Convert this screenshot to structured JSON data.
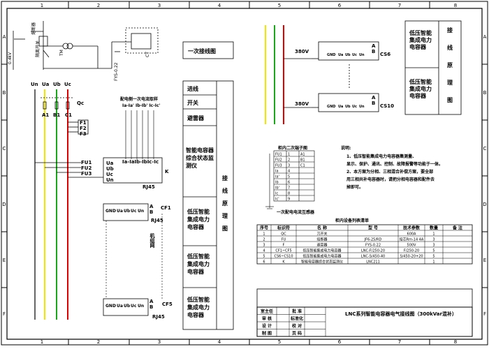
{
  "frame": {
    "col_numbers": [
      "1",
      "2",
      "3",
      "4",
      "5",
      "6",
      "7",
      "8"
    ],
    "row_letters": [
      "A",
      "B",
      "C",
      "D",
      "E",
      "F"
    ]
  },
  "top_left": {
    "voltage": "0.4kV",
    "disconnector": "隔离开关",
    "fuse": "熔断器",
    "tm": "TM",
    "ct": "CT",
    "fys": "FYS-0.22"
  },
  "busbars": {
    "labels": [
      "Ua",
      "Ub",
      "Uc"
    ],
    "qc": "Qc",
    "fuse_labels": [
      "A1",
      "B1",
      "C1"
    ],
    "sub_fuses": [
      "F1",
      "F2",
      "F3"
    ],
    "fu_labels": [
      "FU1",
      "FU2",
      "FU3"
    ]
  },
  "ct_note": {
    "title": "配电侧一次电流取样",
    "signals": "Ia-Ia' Ib-Ib' Ic-Ic'"
  },
  "monitor": {
    "inputs": [
      "Ua",
      "Ub",
      "Uc",
      "Un"
    ],
    "ct_inputs": "Ia-IaIb-IbIc-Ic",
    "k": "K",
    "rj45": "RJ45"
  },
  "capacitors": {
    "terminal_labels": [
      "GND",
      "Ua",
      "Ub",
      "Uc",
      "Un"
    ],
    "a": "A",
    "b": "B",
    "rj45": "RJ45",
    "cf1": "CF1",
    "cf5": "CF5",
    "network": "机组网",
    "cs6": "CS6",
    "cs10": "CS10",
    "v380": "380V"
  },
  "mid_labels": {
    "primary": "一次接线图",
    "rows": [
      "进线",
      "开关",
      "避雷器",
      "智能电容器综合状态监测仪",
      "低压智能集成电力电容器",
      "低压智能集成电力电容器",
      "低压智能集成电力电容器"
    ],
    "side": "接线原理图"
  },
  "right_top": {
    "rows": [
      "低压智能集成电力电容器",
      "低压智能集成电力电容器"
    ],
    "side": "接线原理图"
  },
  "terminal_table": {
    "title": "柜内二次端子图",
    "rows": [
      [
        "FU1",
        "1",
        "A1"
      ],
      [
        "FU2",
        "2",
        "B1"
      ],
      [
        "FU3",
        "3",
        "C1"
      ],
      [
        "Ia",
        "4",
        ""
      ],
      [
        "Ia'",
        "5",
        ""
      ],
      [
        "Ib",
        "6",
        ""
      ],
      [
        "Ib'",
        "7",
        ""
      ],
      [
        "Ic",
        "8",
        ""
      ],
      [
        "Ic'",
        "9",
        ""
      ]
    ],
    "ct_label": "一次配电电流互感器"
  },
  "note": {
    "title": "说明:",
    "lines": [
      "1、低压智能集成电力电容器集测量、",
      "显示、保护、通讯、控制、故障报警等功能于一体。",
      "2、本方案为分相、三相混合补偿方案，要全部",
      "用三相共补电容器时，请把分相电容器和配件去",
      "掉即可。"
    ]
  },
  "equipment_table": {
    "title": "柜内设备列表清单",
    "headers": [
      "序号",
      "标识符",
      "名 称",
      "型 号",
      "技术参数",
      "数量",
      "备 注"
    ],
    "rows": [
      [
        "1",
        "QC",
        "刀开关",
        "",
        "600A",
        "1",
        ""
      ],
      [
        "2",
        "FU",
        "熔断器",
        "JF6-25/RD",
        "熔芯Rm-14 4A",
        "3",
        ""
      ],
      [
        "3",
        "F",
        "避雷器",
        "FYS-0.22",
        "500V",
        "3",
        ""
      ],
      [
        "4",
        "CF1~CF5",
        "低压智能集成电力电容器",
        "LNC-F/250-20",
        "F/250-20",
        "5",
        ""
      ],
      [
        "5",
        "CS6~CS10",
        "低压智能集成电力电容器",
        "LNC-S/450-40",
        "S/450-20+20",
        "5",
        ""
      ],
      [
        "6",
        "K",
        "智能电容器综合状态监测仪",
        "LNC211",
        "",
        "1",
        ""
      ]
    ]
  },
  "title_block": {
    "left_rows": [
      [
        "室主任",
        "",
        "批 准",
        ""
      ],
      [
        "审 核",
        "",
        "标准化",
        ""
      ],
      [
        "设 计",
        "",
        "校 对",
        ""
      ],
      [
        "制 图",
        "",
        "页 码",
        ""
      ]
    ],
    "title": "LNC系列智能电容器电气接线图（300kVar混补）"
  }
}
